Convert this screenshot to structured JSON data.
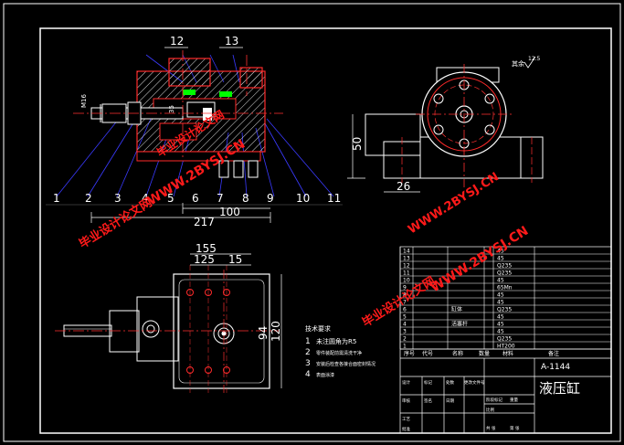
{
  "colors": {
    "background": "#000000",
    "frame": "#ffffff",
    "part": "#ff2a2a",
    "hatch": "#ffffff",
    "center": "#ff3030",
    "dim": "#ffffff",
    "hidden": "#ffff00",
    "watermark": "#ff0000",
    "highlight": "#00ff00"
  },
  "balloons": {
    "top": [
      "12",
      "13"
    ],
    "bottom": [
      "1",
      "2",
      "3",
      "4",
      "5",
      "6",
      "7",
      "8",
      "9",
      "10",
      "11"
    ]
  },
  "dimensions": {
    "total_length": "217",
    "inner_length": "100",
    "right_height": "50",
    "right_width": "26",
    "bottom_w1": "155",
    "bottom_w2": "125",
    "bottom_w3": "15",
    "bottom_h1": "94",
    "bottom_h2": "120",
    "surface_note": "其余",
    "surface_val": "12.5"
  },
  "rod_label": "M16",
  "section_label": "35",
  "notes": {
    "title": "技术要求",
    "items": [
      {
        "num": "1",
        "text": "未注圆角为R5"
      },
      {
        "num": "2",
        "text": "零件装配前需清洗干净"
      },
      {
        "num": "3",
        "text": "安装后检查各接合面密封情况"
      },
      {
        "num": "4",
        "text": "表面涂漆"
      }
    ]
  },
  "title_block": {
    "drawing_name": "液压缸",
    "code": "A-1144",
    "header_cols": [
      "序号",
      "代号",
      "名称",
      "数量",
      "材料",
      "备注"
    ],
    "rows": [
      [
        "14",
        "",
        "",
        "",
        "45",
        ""
      ],
      [
        "13",
        "",
        "",
        "",
        "45",
        ""
      ],
      [
        "12",
        "",
        "",
        "",
        "Q235",
        ""
      ],
      [
        "11",
        "",
        "",
        "",
        "Q235",
        ""
      ],
      [
        "10",
        "",
        "",
        "",
        "45",
        ""
      ],
      [
        "9",
        "",
        "",
        "",
        "65Mn",
        ""
      ],
      [
        "8",
        "",
        "",
        "",
        "45",
        ""
      ],
      [
        "7",
        "",
        "",
        "",
        "45",
        ""
      ],
      [
        "6",
        "",
        "缸体",
        "",
        "Q235",
        ""
      ],
      [
        "5",
        "",
        "",
        "",
        "45",
        ""
      ],
      [
        "4",
        "",
        "活塞杆",
        "",
        "45",
        ""
      ],
      [
        "3",
        "",
        "",
        "",
        "45",
        ""
      ],
      [
        "2",
        "",
        "",
        "",
        "Q235",
        ""
      ],
      [
        "1",
        "",
        "",
        "",
        "HT200",
        ""
      ]
    ],
    "sign_cells": [
      "设计",
      "审核",
      "工艺",
      "批准",
      "标记",
      "处数",
      "更改文件号",
      "签名",
      "日期",
      "阶段标记",
      "重量",
      "比例",
      "共 张",
      "第 张"
    ]
  },
  "watermarks": [
    {
      "text": "WWW.2BYSJ.CN"
    },
    {
      "text": "毕业设计论文网"
    },
    {
      "text": "WWW.2BYSJ.CN"
    },
    {
      "text": "毕业设计论文网"
    },
    {
      "text": "WWW.2BYSJ.CN"
    },
    {
      "text": "毕业设计论文网"
    }
  ]
}
